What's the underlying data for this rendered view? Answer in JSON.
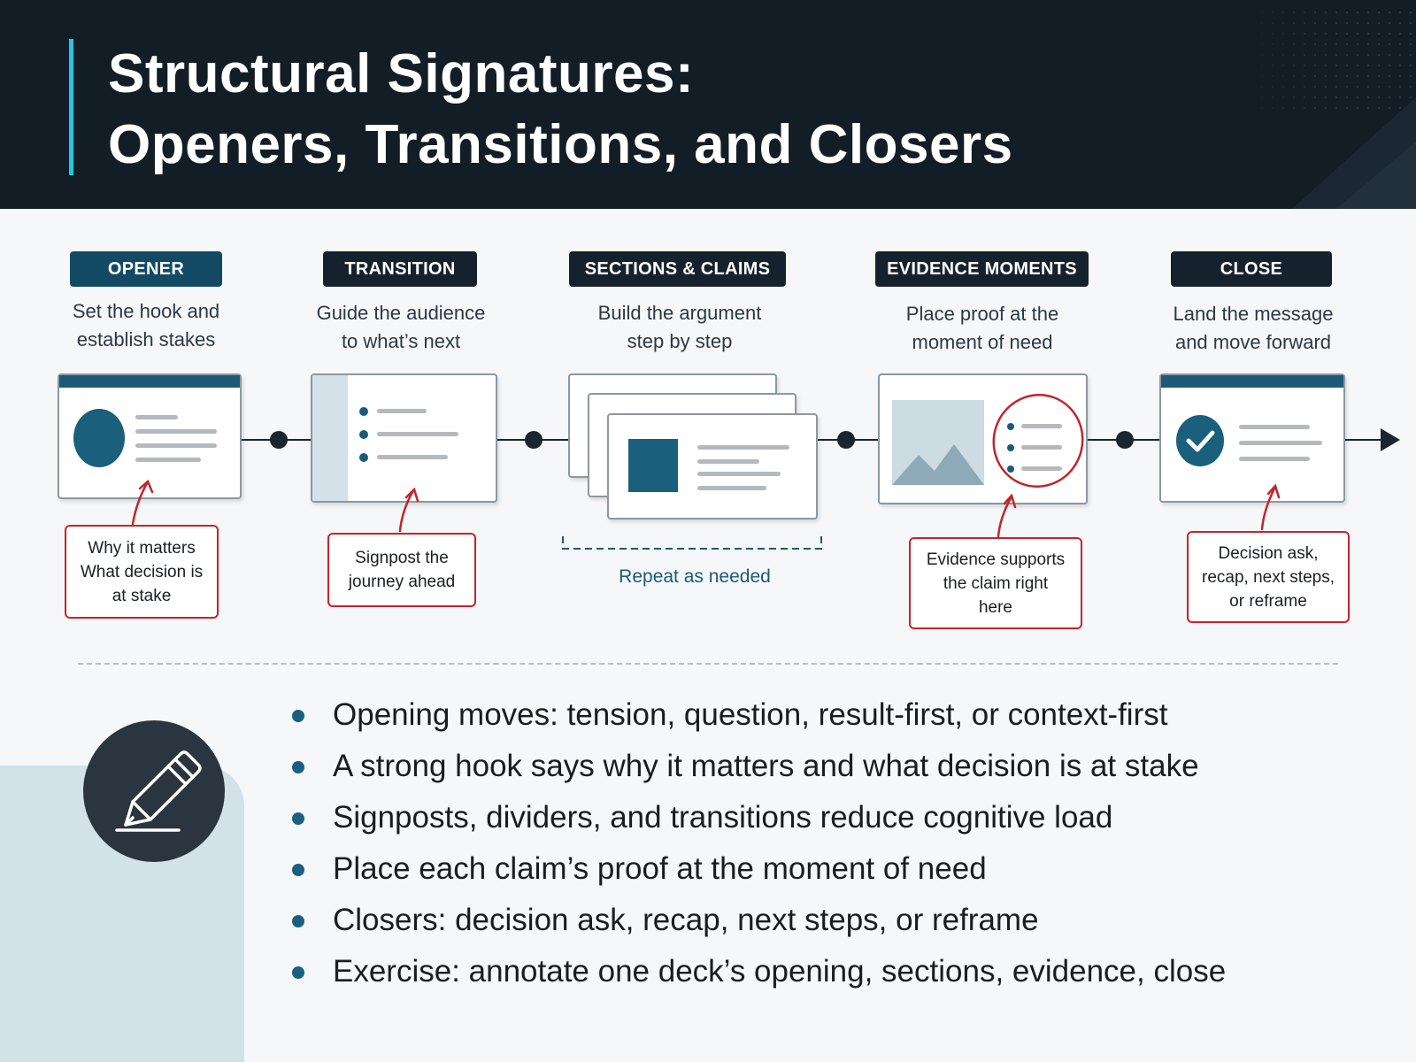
{
  "header": {
    "title_line1": "Structural Signatures:",
    "title_line2": "Openers, Transitions, and Closers"
  },
  "stages": [
    {
      "label": "OPENER",
      "desc_line1": "Set the hook and",
      "desc_line2": "establish stakes"
    },
    {
      "label": "TRANSITION",
      "desc_line1": "Guide the audience",
      "desc_line2": "to what’s next"
    },
    {
      "label": "SECTIONS & CLAIMS",
      "desc_line1": "Build the argument",
      "desc_line2": "step by step"
    },
    {
      "label": "EVIDENCE MOMENTS",
      "desc_line1": "Place proof at the",
      "desc_line2": "moment of need"
    },
    {
      "label": "CLOSE",
      "desc_line1": "Land the message",
      "desc_line2": "and move forward"
    }
  ],
  "annotations": {
    "opener": [
      "Why it matters",
      "What decision is",
      "at stake"
    ],
    "transition": [
      "Signpost the",
      "journey ahead"
    ],
    "evidence": [
      "Evidence supports",
      "the claim right",
      "here"
    ],
    "close": [
      "Decision ask,",
      "recap, next steps,",
      "or reframe"
    ]
  },
  "repeat_label": "Repeat as needed",
  "bullets": [
    "Opening moves: tension, question, result-first, or context-first",
    "A strong hook says why it matters and what decision is at stake",
    "Signposts, dividers, and transitions reduce cognitive load",
    "Place each claim’s proof at the moment of need",
    "Closers: decision ask, recap, next steps, or reframe",
    "Exercise: annotate one deck’s opening, sections, evidence, close"
  ],
  "colors": {
    "header_bg": "#131d26",
    "accent_cyan": "#1ec7e6",
    "teal": "#1c5a77",
    "annotation_red": "#c0262d"
  },
  "icons": [
    "checkmark-icon",
    "pencil-icon",
    "mountain-image-icon",
    "arrow-right-icon"
  ]
}
